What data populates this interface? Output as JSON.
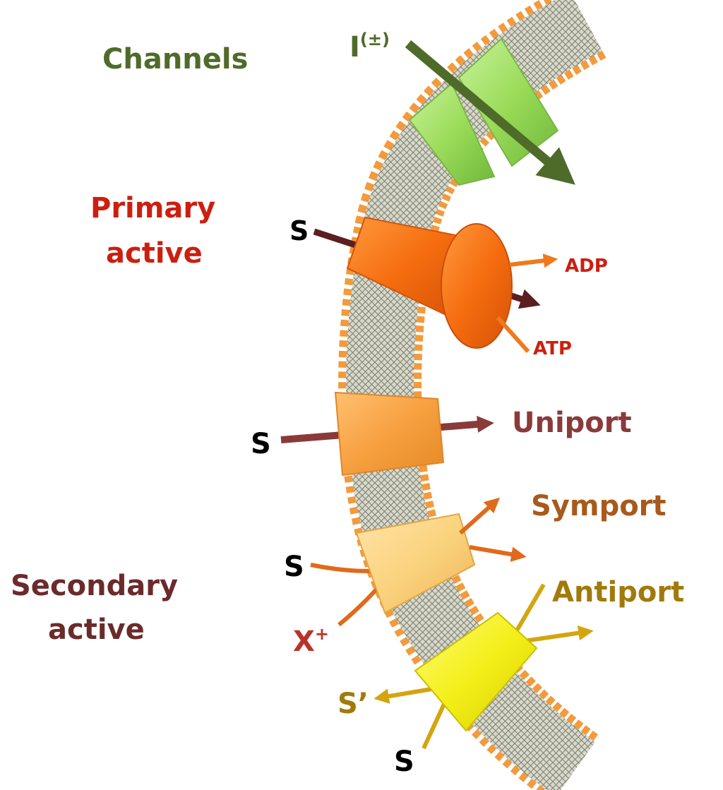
{
  "labels": {
    "channels": "Channels",
    "ion_main": "I",
    "ion_sup": "(±)",
    "primary_line1": "Primary",
    "primary_line2": "active",
    "adp": "ADP",
    "atp": "ATP",
    "s_primary": "S",
    "s_uniport": "S",
    "uniport": "Uniport",
    "symport": "Symport",
    "s_symport": "S",
    "x_main": "X",
    "x_sup": "+",
    "secondary_line1": "Secondary",
    "secondary_line2": "active",
    "antiport": "Antiport",
    "s_prime": "S’",
    "s_antiport": "S"
  },
  "colors": {
    "channels": "#4f6b2a",
    "channel_fill": "#9bdc5a",
    "primary": "#cc1f10",
    "primary_fill": "#f56d0f",
    "uniport": "#8b3a3a",
    "uniport_fill": "#f7a040",
    "symport": "#a85a1c",
    "symport_fill": "#fbd37e",
    "secondary": "#6b2b2b",
    "antiport": "#a07a0c",
    "antiport_fill": "#f4ef18",
    "membrane_head": "#f39a3c",
    "membrane_core": "#b9bba8"
  }
}
